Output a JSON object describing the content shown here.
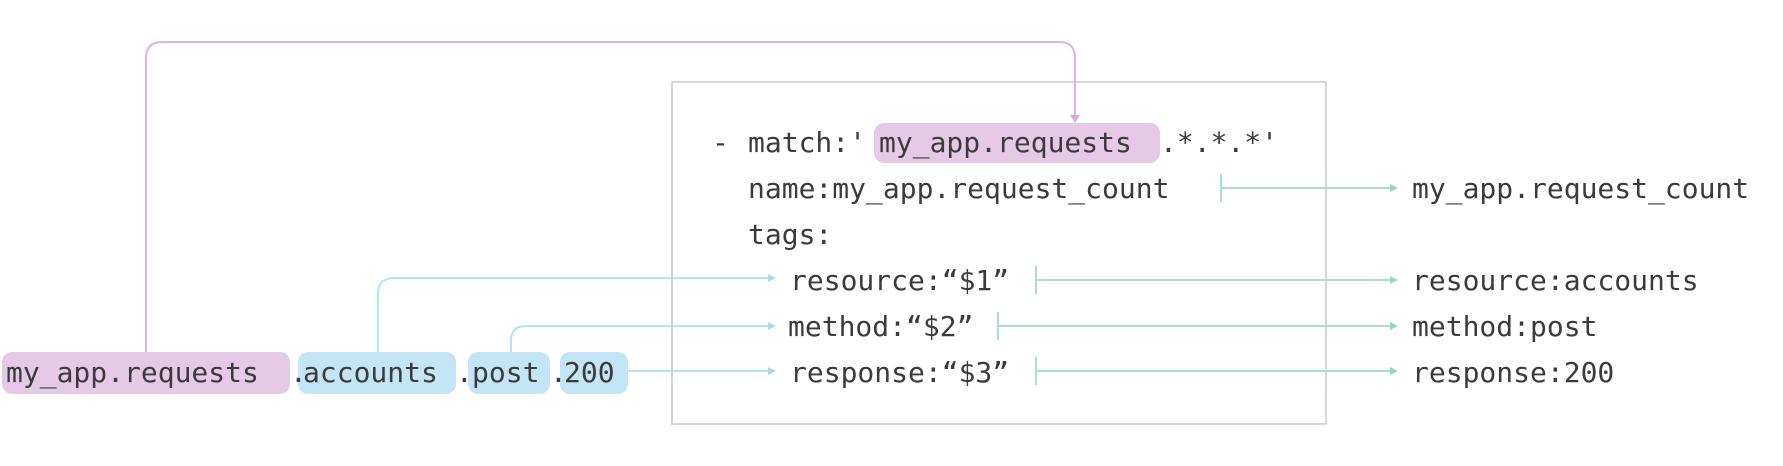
{
  "config": {
    "dash": "-",
    "match_key": "match:'",
    "match_highlight": "my_app.requests",
    "match_rest": ".*.*.*'",
    "name_line": "name:my_app.request_count",
    "tags_line": "tags:",
    "tag_resource": "resource:“$1”",
    "tag_method": "method:“$2”",
    "tag_response": "response:“$3”"
  },
  "metric": {
    "prefix": "my_app.requests",
    "dot1": ".",
    "resource": "accounts",
    "dot2": ".",
    "method": "post",
    "dot3": ".",
    "status": "200"
  },
  "output": {
    "name": "my_app.request_count",
    "resource": "resource:accounts",
    "method": "method:post",
    "response": "response:200"
  },
  "colors": {
    "prefix_highlight": "#e5c9e7",
    "segment_highlight": "#c3e5f5",
    "prefix_line": "#dcb6df",
    "segment_line": "#b8e3f2",
    "output_line": "#a8dfd3",
    "box_border": "#d6d6d6"
  }
}
